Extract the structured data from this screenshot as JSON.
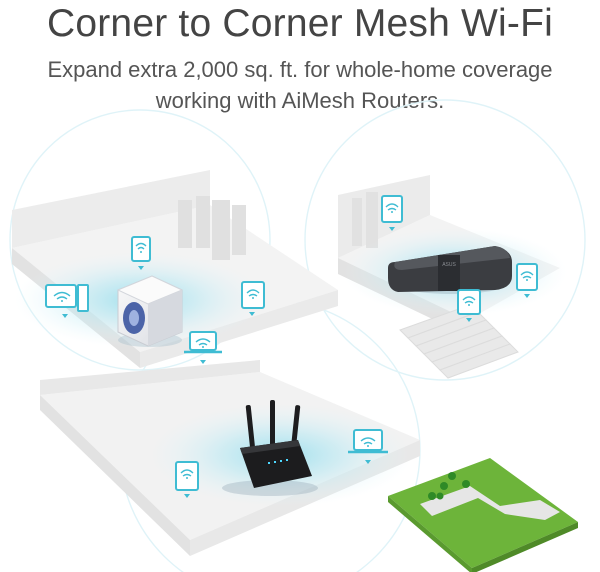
{
  "headline": "Corner to Corner Mesh Wi-Fi",
  "subheadline": {
    "line1": "Expand extra 2,000 sq. ft. for whole-home coverage",
    "line2": "working with AiMesh Routers."
  },
  "logos": {
    "router_brand": "ASUS"
  },
  "colors": {
    "coverage": "#7fd6ea",
    "device_icon": "#3fbcd3",
    "floor": "#f1f1f1",
    "wall": "#e6e6e6",
    "grass": "#7ecb3f",
    "path": "#e4e4e4"
  },
  "icons": [
    "tablet-wifi-icon",
    "laptop-wifi-icon",
    "desktop-wifi-icon",
    "phone-wifi-icon"
  ]
}
